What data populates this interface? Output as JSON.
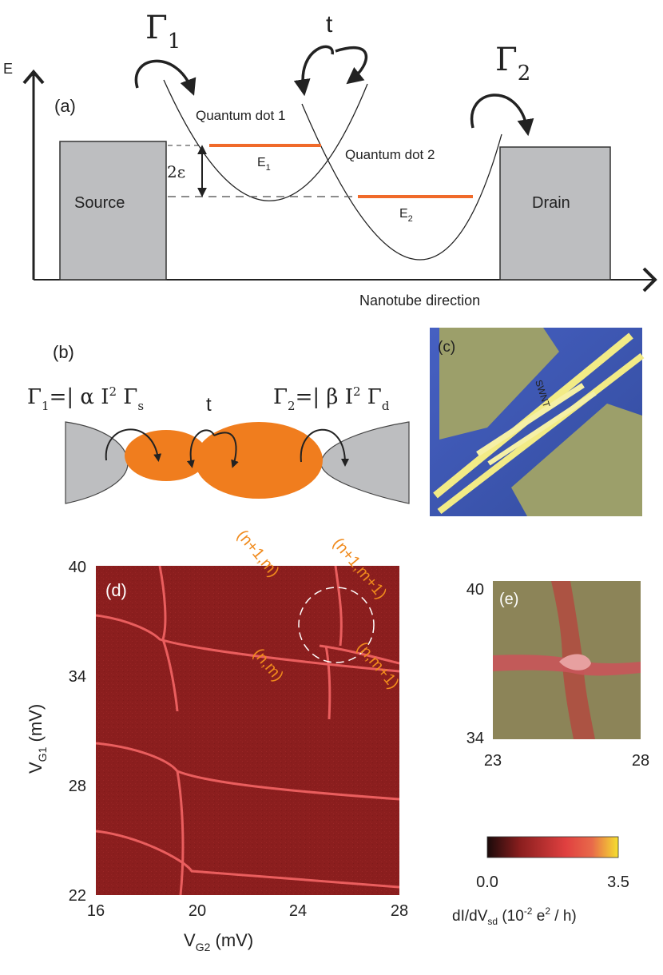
{
  "panels": {
    "a": {
      "label": "(a)",
      "energy_axis": "E",
      "direction_label": "Nanotube direction",
      "gamma1": "Γ",
      "gamma1_sub": "1",
      "gamma2": "Γ",
      "gamma2_sub": "2",
      "t": "t",
      "dot1": "Quantum dot 1",
      "dot2": "Quantum dot 2",
      "source": "Source",
      "drain": "Drain",
      "epsilon": "2ε",
      "e1": "E",
      "e1_sub": "1",
      "e2": "E",
      "e2_sub": "2",
      "colors": {
        "level": "#f06a2a",
        "lead": "#bdbec0"
      }
    },
    "b": {
      "label": "(b)",
      "gamma1_formula": "Γ₁=| α I² Γₛ",
      "gamma2_formula": "Γ₂=| β I² Γ_d",
      "g1_main": "Γ",
      "g1_sub": "1",
      "g1_mid": "=| α I",
      "g1_sup": "2",
      "g1_tail": " Γ",
      "g1_tail_sub": "s",
      "g2_main": "Γ",
      "g2_sub": "2",
      "g2_mid": "=| β I",
      "g2_sup": "2",
      "g2_tail": " Γ",
      "g2_tail_sub": "d",
      "t": "t",
      "colors": {
        "dot": "#f07d1e",
        "lead": "#bdbec0"
      }
    },
    "c": {
      "label": "(c)",
      "tube_label": "SWNT",
      "colors": {
        "substrate": "#3e5ab8",
        "pad": "#9c9f6a",
        "wire": "#f2eb86"
      }
    },
    "d": {
      "label": "(d)",
      "ylabel": "V",
      "ylabel_sub": "G1",
      "ylabel_unit": " (mV)",
      "xlabel": "V",
      "xlabel_sub": "G2",
      "xlabel_unit": " (mV)",
      "xticks": [
        "16",
        "20",
        "24",
        "28"
      ],
      "yticks": [
        "22",
        "28",
        "34",
        "40"
      ],
      "states": [
        "(n+1,m)",
        "(n+1,m+1)",
        "(n,m)",
        "(n,m+1)"
      ],
      "colors": {
        "bg": "#8d1f1f",
        "line": "#e85a5a"
      }
    },
    "e": {
      "label": "(e)",
      "xticks": [
        "23",
        "28"
      ],
      "yticks": [
        "40",
        "34"
      ]
    },
    "colorbar": {
      "min_label": "0.0",
      "max_label": "3.5",
      "label_main": "dI/dV",
      "label_sub": "sd",
      "label_unit_open": " (10",
      "label_sup": "-2",
      "label_unit_close": " e",
      "label_sup2": "2",
      "label_tail": " / h)"
    }
  },
  "chart_data": {
    "type": "heatmap",
    "xlabel": "VG2 (mV)",
    "ylabel": "VG1 (mV)",
    "xlim": [
      16,
      28
    ],
    "ylim": [
      22,
      40
    ],
    "colorbar_range": [
      0.0,
      3.5
    ],
    "colorbar_label": "dI/dVsd (10-2 e2 / h)",
    "annotations": [
      "(n+1,m)",
      "(n+1,m+1)",
      "(n,m)",
      "(n,m+1)"
    ]
  }
}
